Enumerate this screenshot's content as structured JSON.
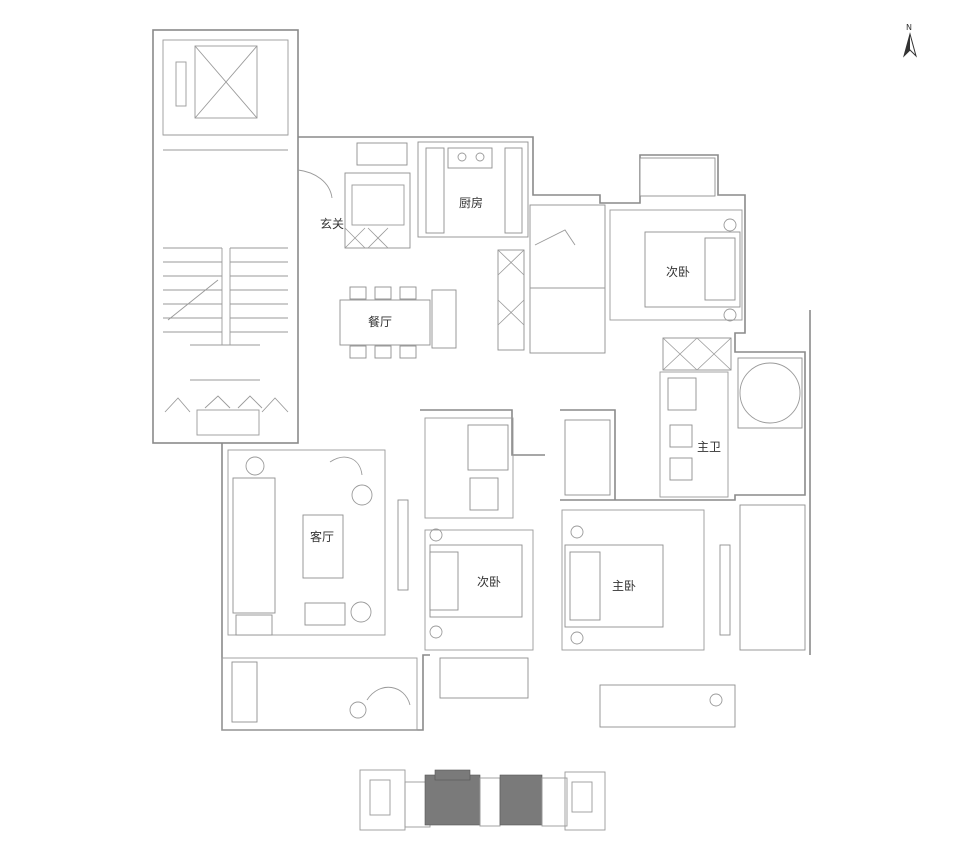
{
  "compass": {
    "label": "N"
  },
  "rooms": {
    "entrance": "玄关",
    "kitchen": "厨房",
    "dining": "餐厅",
    "bedroom_ne": "次卧",
    "master_bath": "主卫",
    "living": "客厅",
    "bedroom_s": "次卧",
    "master_bedroom": "主卧"
  },
  "key_plan": {
    "highlighted_unit_color": "#7a7a7a"
  }
}
